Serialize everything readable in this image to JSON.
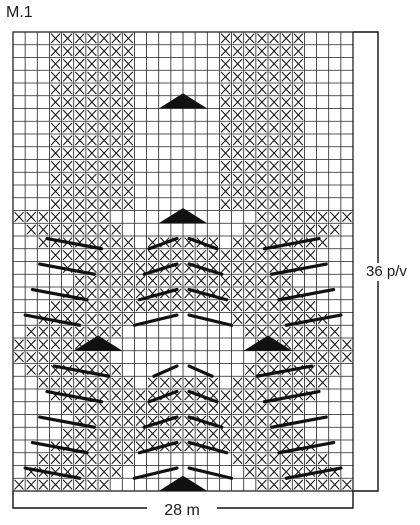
{
  "chart_title": "M.1",
  "stitches_label": "28 m",
  "rows_label": "36 p/v",
  "chart_data": {
    "type": "knitting-chart",
    "columns": 28,
    "rows": 36,
    "cross_columns_full_height": [
      4,
      5,
      6,
      7,
      8,
      9,
      10,
      18,
      19,
      20,
      21,
      22,
      23,
      24
    ],
    "lower_section": {
      "from_row": 1,
      "to_row": 22,
      "cross_blocks": [
        {
          "row_from": 1,
          "row_to": 22,
          "col_from": 1,
          "col_to": 11,
          "shift": "diagonal-left"
        },
        {
          "row_from": 1,
          "row_to": 22,
          "col_from": 17,
          "col_to": 28,
          "shift": "diagonal-right"
        }
      ]
    },
    "triangles": [
      {
        "row": 1,
        "col_center": 14.5,
        "width_cols": 4
      },
      {
        "row": 12,
        "col_center": 7.5,
        "width_cols": 4
      },
      {
        "row": 12,
        "col_center": 21.5,
        "width_cols": 4
      },
      {
        "row": 22,
        "col_center": 14.5,
        "width_cols": 4
      },
      {
        "row": 31,
        "col_center": 14.5,
        "width_cols": 4
      }
    ],
    "line_color": "#111111"
  }
}
